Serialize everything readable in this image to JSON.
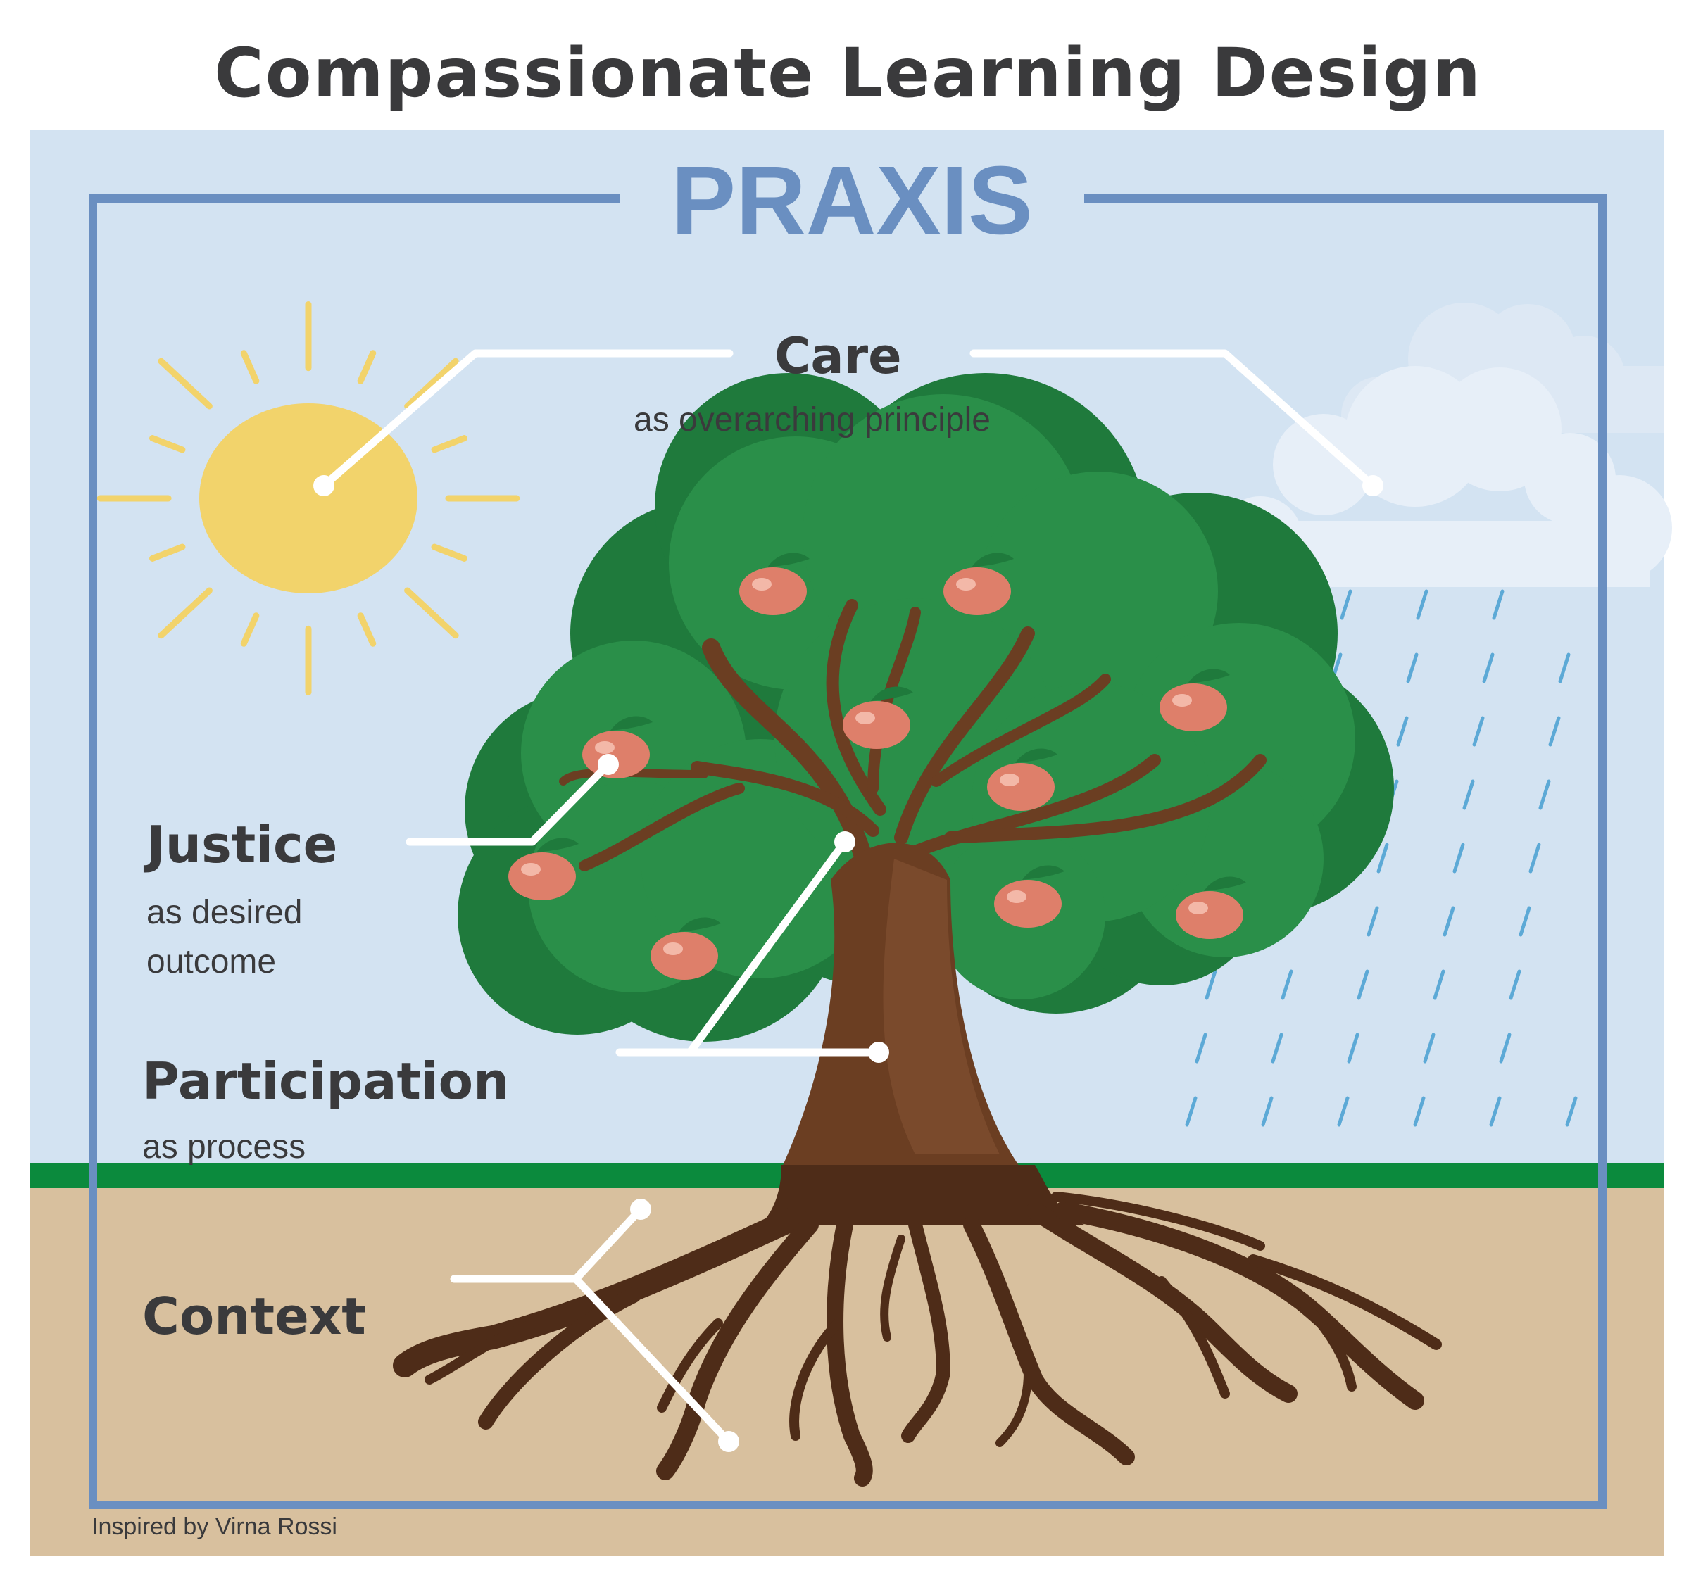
{
  "title": "Compassionate Learning Design",
  "frame_label": "PRAXIS",
  "labels": {
    "care": {
      "heading": "Care",
      "sub": "as overarching principle"
    },
    "justice": {
      "heading": "Justice",
      "sub_line1": "as desired",
      "sub_line2": "outcome"
    },
    "participation": {
      "heading": "Participation",
      "sub": "as process"
    },
    "context": {
      "heading": "Context"
    }
  },
  "credit": "Inspired by Virna Rossi",
  "colors": {
    "sky": "#d3e3f2",
    "frame": "#6a8fc1",
    "grass": "#0b8a3d",
    "soil": "#d8c09e",
    "sun": "#f2d36b",
    "foliage": "#2a8f49",
    "foliage_dark": "#1f7a3c",
    "trunk": "#6b3e22",
    "roots": "#4e2c18",
    "fruit": "#de7f6a",
    "cloud": "#e4edf7",
    "rain": "#5ca9d6",
    "text": "#3a3a3c"
  }
}
